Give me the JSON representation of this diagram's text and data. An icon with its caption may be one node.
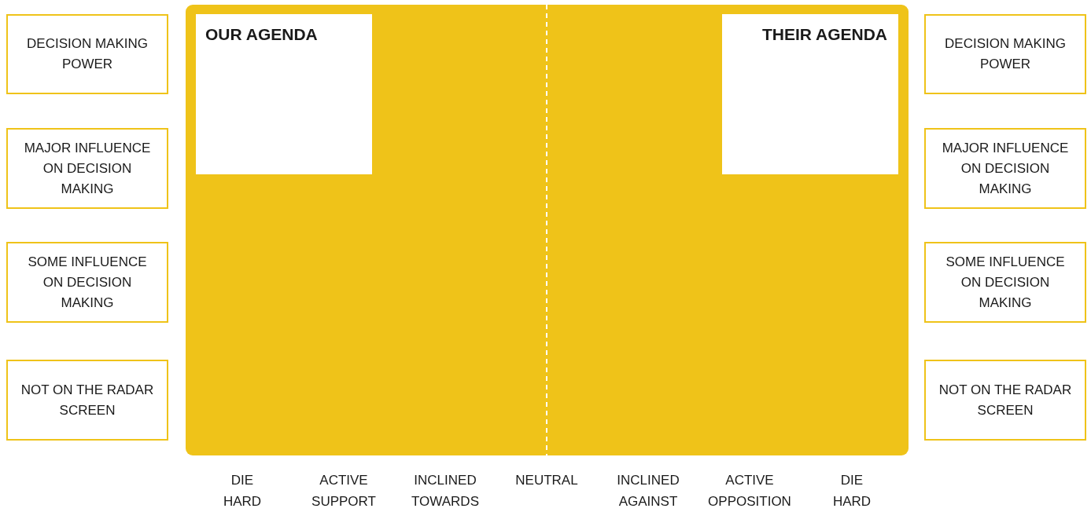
{
  "diagram": {
    "nodes": [
      {
        "text": [],
        "shape": "box"
      },
      {
        "text": [
          "OUR AGENDA"
        ],
        "in": 0
      },
      {
        "text": [
          "THEIR AGENDA"
        ],
        "in": 0
      },
      {
        "text": [
          "DECISION MAKING POWER"
        ]
      },
      {
        "text": [
          "MAJOR INFLUENCE ON DECISION MAKING"
        ]
      },
      {
        "text": [
          "SOME INFLUENCE ON DECISION MAKING"
        ]
      },
      {
        "text": [
          "NOT ON THE RADAR SCREEN"
        ]
      },
      {
        "text": [
          "DECISION MAKING POWER"
        ]
      },
      {
        "text": [
          "MAJOR INFLUENCE ON DECISION MAKING"
        ]
      },
      {
        "text": [
          "SOME INFLUENCE ON DECISION MAKING"
        ]
      },
      {
        "text": [
          "NOT ON THE RADAR SCREEN"
        ]
      }
    ],
    "edges": [],
    "labels": [
      "DIE HARD",
      "ACTIVE SUPPORT",
      "INCLINED TOWARDS",
      "NEUTRAL",
      "INCLINED AGAINST",
      "ACTIVE OPPOSITION",
      "DIE HARD"
    ]
  }
}
